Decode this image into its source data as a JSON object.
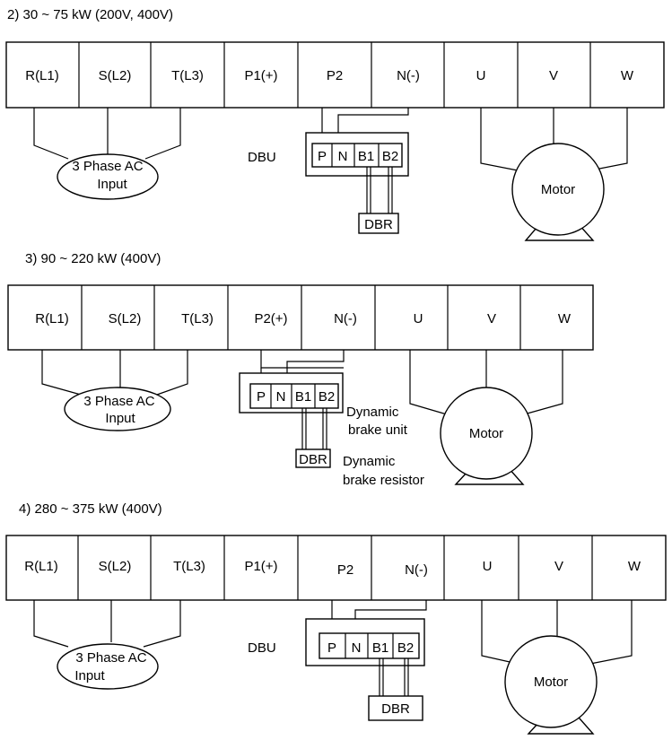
{
  "sections": [
    {
      "title": "2) 30 ~ 75 kW (200V, 400V)",
      "terminals": [
        "R(L1)",
        "S(L2)",
        "T(L3)",
        "P1(+)",
        "P2",
        "N(-)",
        "U",
        "V",
        "W"
      ],
      "ac_input": [
        "3 Phase AC",
        "Input"
      ],
      "dbu_label": "DBU",
      "dbu_terminals": [
        "P",
        "N",
        "B1",
        "B2"
      ],
      "resistor_label": "DBR",
      "motor_label": "Motor"
    },
    {
      "title": "3) 90 ~ 220 kW (400V)",
      "terminals": [
        "R(L1)",
        "S(L2)",
        "T(L3)",
        "P2(+)",
        "N(-)",
        "U",
        "V",
        "W"
      ],
      "ac_input": [
        "3 Phase AC",
        "Input"
      ],
      "dbu_terminals": [
        "P",
        "N",
        "B1",
        "B2"
      ],
      "dbu_caption": [
        "Dynamic",
        "brake unit"
      ],
      "resistor_label": "DBR",
      "resistor_caption": [
        "Dynamic",
        "brake resistor"
      ],
      "motor_label": "Motor"
    },
    {
      "title": "4) 280 ~ 375 kW (400V)",
      "terminals": [
        "R(L1)",
        "S(L2)",
        "T(L3)",
        "P1(+)",
        "P2",
        "N(-)",
        "U",
        "V",
        "W"
      ],
      "ac_input": [
        "3 Phase AC",
        "Input"
      ],
      "dbu_label": "DBU",
      "dbu_terminals": [
        "P",
        "N",
        "B1",
        "B2"
      ],
      "resistor_label": "DBR",
      "motor_label": "Motor"
    }
  ]
}
